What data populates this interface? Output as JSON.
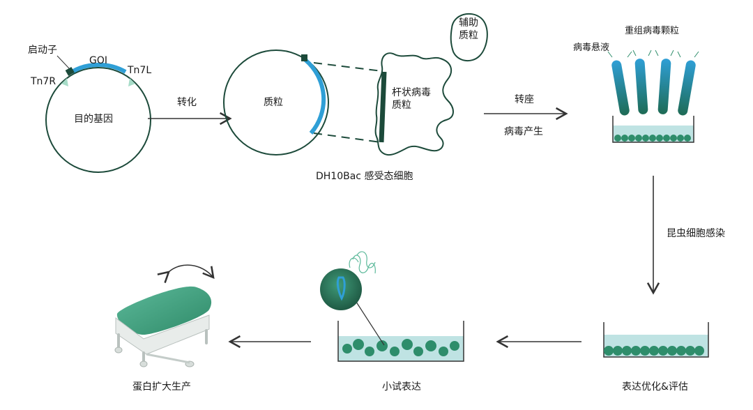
{
  "plasmid": {
    "promoter": "启动子",
    "goi": "GOI",
    "tn7r": "Tn7R",
    "tn7l": "Tn7L",
    "center": "目的基因"
  },
  "step_transform": "转化",
  "plasmid2": {
    "center": "质粒"
  },
  "cell": {
    "helper": "辅助质粒",
    "bacmid": "杆状病毒质粒",
    "caption": "DH10Bac 感受态细胞"
  },
  "step_transfect": {
    "top": "转座",
    "bottom": "病毒产生"
  },
  "virus": {
    "suspension": "病毒悬液",
    "particles": "重组病毒颗粒"
  },
  "step_infect": "昆虫细胞感染",
  "expression_opt": "表达优化&评估",
  "small_scale": "小试表达",
  "scale_up": "蛋白扩大生产",
  "colors": {
    "dark_green": "#1c4a3a",
    "blue": "#2f9fd6",
    "teal": "#3a9b74",
    "light_teal": "#bfe3e3",
    "arrow": "#333333"
  }
}
